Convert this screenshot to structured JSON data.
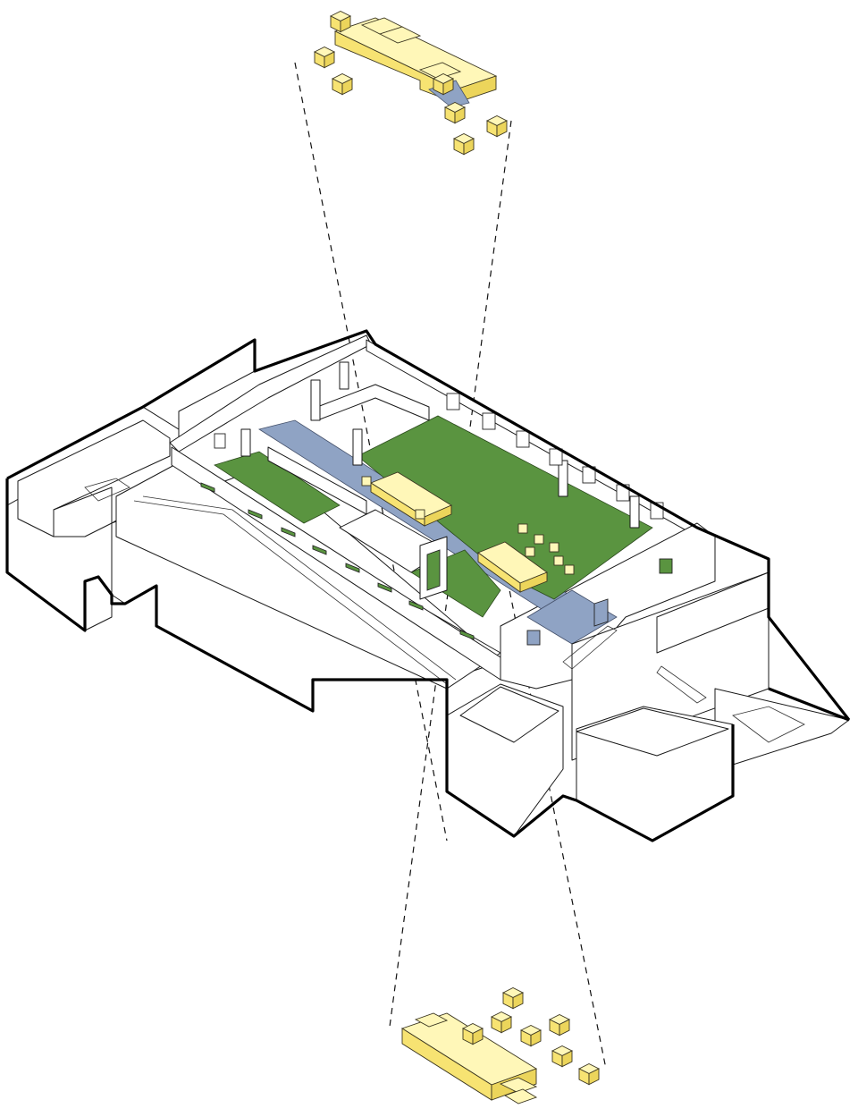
{
  "diagram": {
    "kind": "exploded isometric axonometric",
    "labels": [],
    "colors": {
      "lawn": "#5a9440",
      "path": "#8fa3c4",
      "module_top": "#fff7b8",
      "module_left": "#f7e372",
      "module_right": "#ecd55b",
      "outline": "#000000"
    },
    "layers": {
      "top": "exploded-furniture-modules-upper",
      "middle": "building-shell-with-courtyard",
      "bottom": "exploded-furniture-modules-lower"
    }
  }
}
